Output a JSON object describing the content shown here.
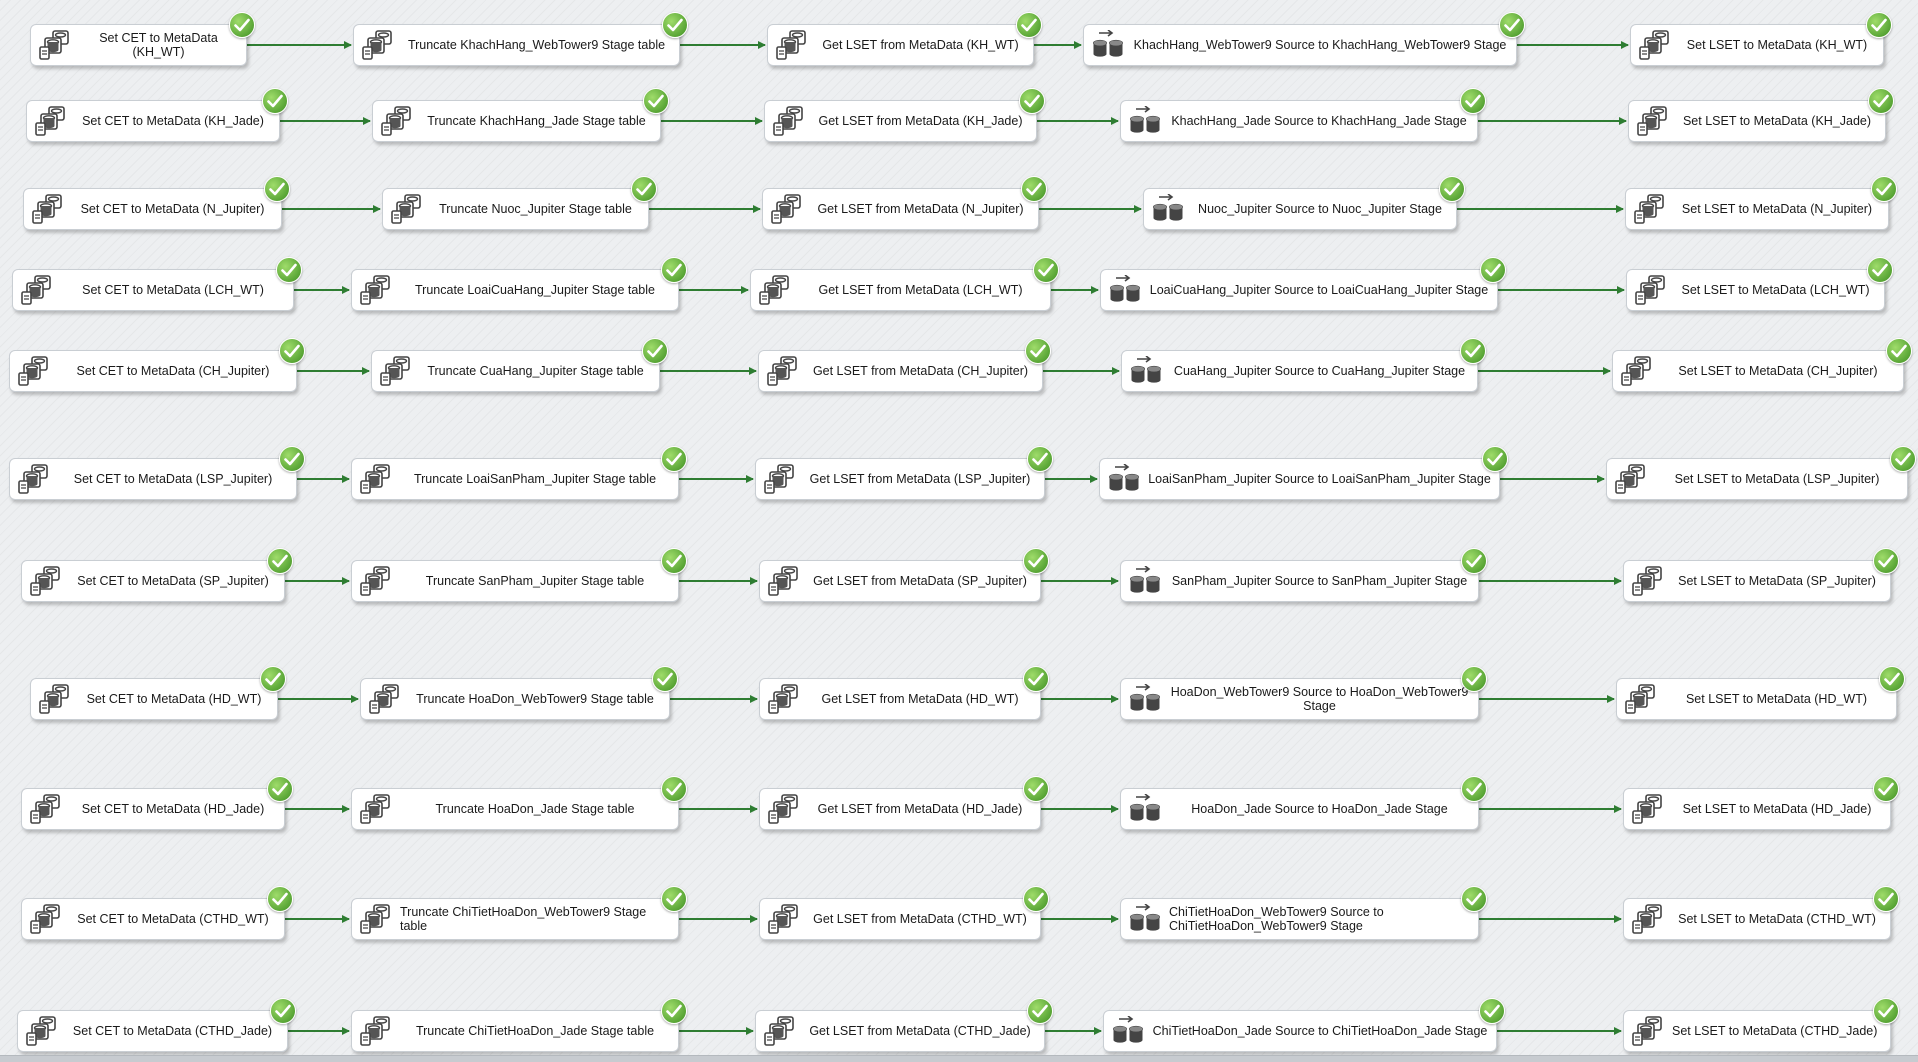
{
  "canvas_title": "",
  "status_color": "#5aa637",
  "connector_color": "#2e7d32",
  "rows": [
    {
      "tasks": [
        {
          "type": "sql",
          "label": "Set CET to MetaData (KH_WT)",
          "status": "success"
        },
        {
          "type": "sql",
          "label": "Truncate KhachHang_WebTower9 Stage table",
          "status": "success"
        },
        {
          "type": "sql",
          "label": "Get LSET from MetaData (KH_WT)",
          "status": "success"
        },
        {
          "type": "dataflow",
          "label": "KhachHang_WebTower9 Source to KhachHang_WebTower9 Stage",
          "status": "success"
        },
        {
          "type": "sql",
          "label": "Set LSET to MetaData (KH_WT)",
          "status": "success"
        }
      ]
    },
    {
      "tasks": [
        {
          "type": "sql",
          "label": "Set CET to MetaData (KH_Jade)",
          "status": "success"
        },
        {
          "type": "sql",
          "label": "Truncate KhachHang_Jade Stage table",
          "status": "success"
        },
        {
          "type": "sql",
          "label": "Get LSET from MetaData (KH_Jade)",
          "status": "success"
        },
        {
          "type": "dataflow",
          "label": "KhachHang_Jade Source to KhachHang_Jade Stage",
          "status": "success"
        },
        {
          "type": "sql",
          "label": "Set LSET to MetaData (KH_Jade)",
          "status": "success"
        }
      ]
    },
    {
      "tasks": [
        {
          "type": "sql",
          "label": "Set CET to MetaData (N_Jupiter)",
          "status": "success"
        },
        {
          "type": "sql",
          "label": "Truncate Nuoc_Jupiter Stage table",
          "status": "success"
        },
        {
          "type": "sql",
          "label": "Get LSET from MetaData (N_Jupiter)",
          "status": "success"
        },
        {
          "type": "dataflow",
          "label": "Nuoc_Jupiter Source to Nuoc_Jupiter Stage",
          "status": "success"
        },
        {
          "type": "sql",
          "label": "Set LSET to MetaData (N_Jupiter)",
          "status": "success"
        }
      ]
    },
    {
      "tasks": [
        {
          "type": "sql",
          "label": "Set CET to MetaData (LCH_WT)",
          "status": "success"
        },
        {
          "type": "sql",
          "label": "Truncate LoaiCuaHang_Jupiter Stage table",
          "status": "success"
        },
        {
          "type": "sql",
          "label": "Get LSET from MetaData (LCH_WT)",
          "status": "success"
        },
        {
          "type": "dataflow",
          "label": "LoaiCuaHang_Jupiter Source to LoaiCuaHang_Jupiter Stage",
          "status": "success"
        },
        {
          "type": "sql",
          "label": "Set LSET to MetaData (LCH_WT)",
          "status": "success"
        }
      ]
    },
    {
      "tasks": [
        {
          "type": "sql",
          "label": "Set CET to MetaData (CH_Jupiter)",
          "status": "success"
        },
        {
          "type": "sql",
          "label": "Truncate CuaHang_Jupiter Stage table",
          "status": "success"
        },
        {
          "type": "sql",
          "label": "Get LSET from MetaData (CH_Jupiter)",
          "status": "success"
        },
        {
          "type": "dataflow",
          "label": "CuaHang_Jupiter Source to CuaHang_Jupiter Stage",
          "status": "success"
        },
        {
          "type": "sql",
          "label": "Set LSET to MetaData (CH_Jupiter)",
          "status": "success"
        }
      ]
    },
    {
      "tasks": [
        {
          "type": "sql",
          "label": "Set CET to MetaData (LSP_Jupiter)",
          "status": "success"
        },
        {
          "type": "sql",
          "label": "Truncate LoaiSanPham_Jupiter Stage table",
          "status": "success"
        },
        {
          "type": "sql",
          "label": "Get LSET from MetaData (LSP_Jupiter)",
          "status": "success"
        },
        {
          "type": "dataflow",
          "label": "LoaiSanPham_Jupiter Source to LoaiSanPham_Jupiter Stage",
          "status": "success"
        },
        {
          "type": "sql",
          "label": "Set LSET to MetaData (LSP_Jupiter)",
          "status": "success"
        }
      ]
    },
    {
      "tasks": [
        {
          "type": "sql",
          "label": "Set CET to MetaData (SP_Jupiter)",
          "status": "success"
        },
        {
          "type": "sql",
          "label": "Truncate SanPham_Jupiter Stage table",
          "status": "success"
        },
        {
          "type": "sql",
          "label": "Get LSET from MetaData (SP_Jupiter)",
          "status": "success"
        },
        {
          "type": "dataflow",
          "label": "SanPham_Jupiter Source to SanPham_Jupiter Stage",
          "status": "success"
        },
        {
          "type": "sql",
          "label": "Set LSET to MetaData (SP_Jupiter)",
          "status": "success"
        }
      ]
    },
    {
      "tasks": [
        {
          "type": "sql",
          "label": "Set CET to MetaData (HD_WT)",
          "status": "success"
        },
        {
          "type": "sql",
          "label": "Truncate HoaDon_WebTower9 Stage table",
          "status": "success"
        },
        {
          "type": "sql",
          "label": "Get LSET from MetaData (HD_WT)",
          "status": "success"
        },
        {
          "type": "dataflow",
          "label": "HoaDon_WebTower9 Source to HoaDon_WebTower9 Stage",
          "status": "success"
        },
        {
          "type": "sql",
          "label": "Set LSET to MetaData (HD_WT)",
          "status": "success"
        }
      ]
    },
    {
      "tasks": [
        {
          "type": "sql",
          "label": "Set CET to MetaData (HD_Jade)",
          "status": "success"
        },
        {
          "type": "sql",
          "label": "Truncate HoaDon_Jade Stage table",
          "status": "success"
        },
        {
          "type": "sql",
          "label": "Get LSET from MetaData (HD_Jade)",
          "status": "success"
        },
        {
          "type": "dataflow",
          "label": "HoaDon_Jade Source to HoaDon_Jade Stage",
          "status": "success"
        },
        {
          "type": "sql",
          "label": "Set LSET to MetaData (HD_Jade)",
          "status": "success"
        }
      ]
    },
    {
      "tasks": [
        {
          "type": "sql",
          "label": "Set CET to MetaData (CTHD_WT)",
          "status": "success"
        },
        {
          "type": "sql",
          "label": "Truncate ChiTietHoaDon_WebTower9 Stage table",
          "status": "success"
        },
        {
          "type": "sql",
          "label": "Get LSET from MetaData (CTHD_WT)",
          "status": "success"
        },
        {
          "type": "dataflow",
          "label": "ChiTietHoaDon_WebTower9 Source to ChiTietHoaDon_WebTower9 Stage",
          "status": "success"
        },
        {
          "type": "sql",
          "label": "Set LSET to MetaData (CTHD_WT)",
          "status": "success"
        }
      ]
    },
    {
      "tasks": [
        {
          "type": "sql",
          "label": "Set CET to MetaData (CTHD_Jade)",
          "status": "success"
        },
        {
          "type": "sql",
          "label": "Truncate ChiTietHoaDon_Jade Stage table",
          "status": "success"
        },
        {
          "type": "sql",
          "label": "Get LSET from MetaData (CTHD_Jade)",
          "status": "success"
        },
        {
          "type": "dataflow",
          "label": "ChiTietHoaDon_Jade Source to ChiTietHoaDon_Jade Stage",
          "status": "success"
        },
        {
          "type": "sql",
          "label": "Set LSET to MetaData (CTHD_Jade)",
          "status": "success"
        }
      ]
    }
  ]
}
